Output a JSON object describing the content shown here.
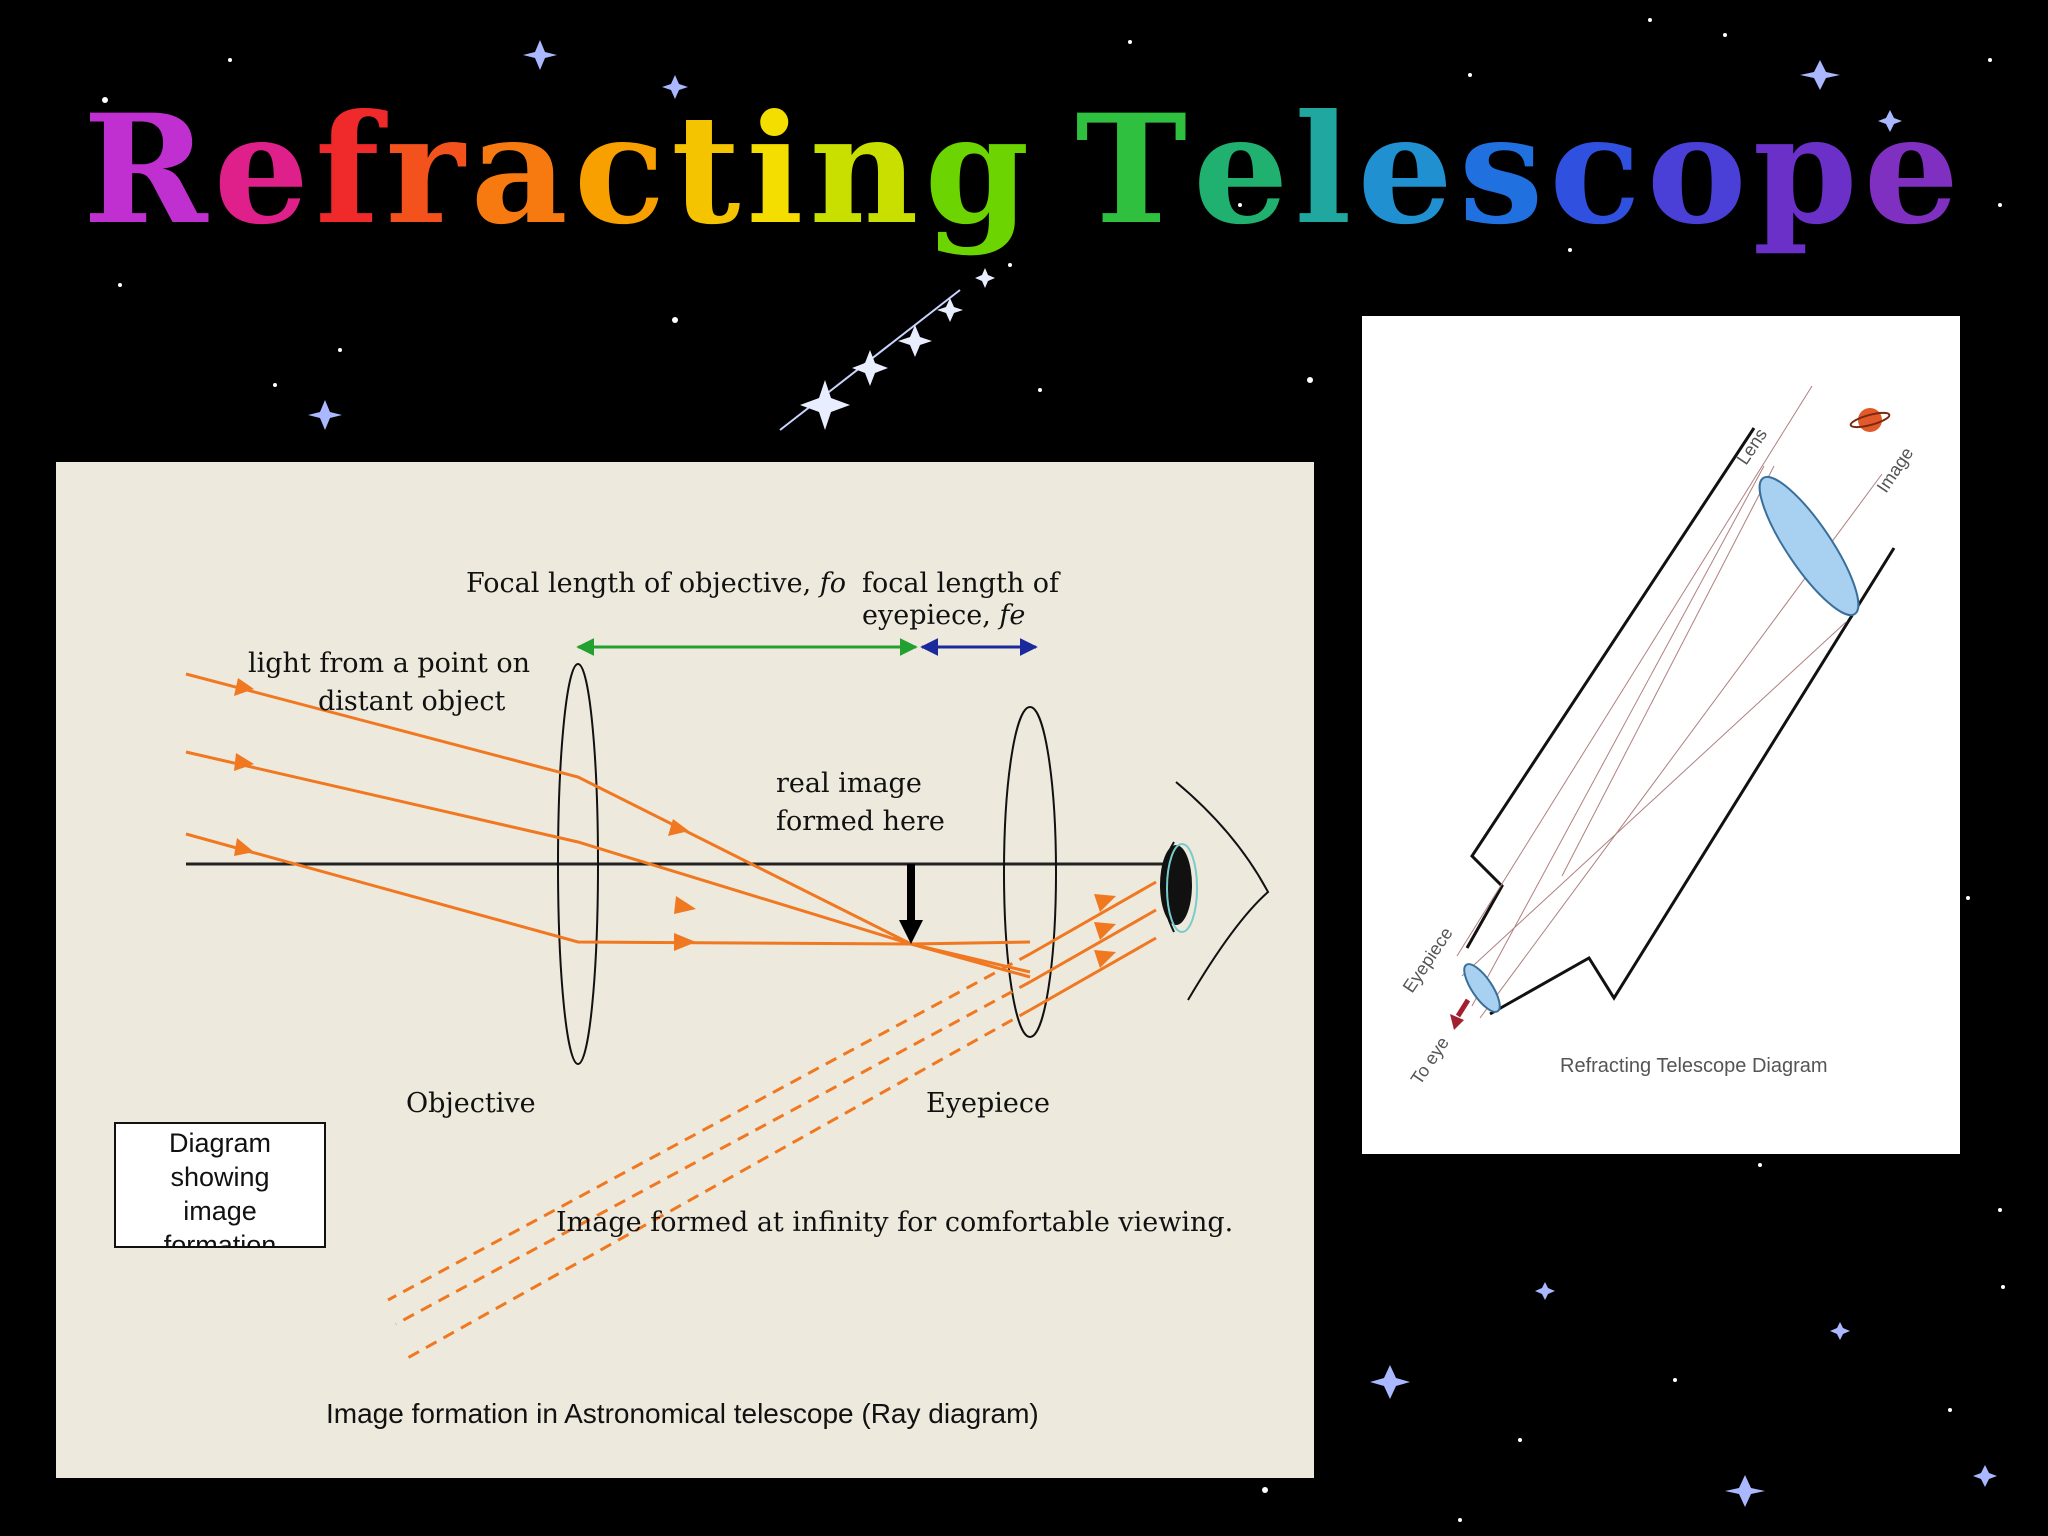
{
  "slide": {
    "title": "Refracting Telescope",
    "title_colors": [
      "#c030d0",
      "#e0208a",
      "#f02a2a",
      "#f4521c",
      "#f67a10",
      "#f7a000",
      "#f5c400",
      "#f4de00",
      "#c8df00",
      "#6cd400",
      "#30c040",
      "#20b070",
      "#20a8a0",
      "#2090d0",
      "#2070e0",
      "#3050e0",
      "#4a40d8",
      "#6a30c8",
      "#8030c0",
      "#9030b0"
    ]
  },
  "ray_diagram": {
    "focal_objective_label": "Focal length of objective, ",
    "focal_objective_symbol": "fo",
    "focal_eyepiece_label_1": "focal length of",
    "focal_eyepiece_label_2": "eyepiece, ",
    "focal_eyepiece_symbol": "fe",
    "light_label_1": "light from a point on",
    "light_label_2": "distant object",
    "real_image_label_1": "real image",
    "real_image_label_2": "formed here",
    "objective_label": "Objective",
    "eyepiece_label": "Eyepiece",
    "infinity_label": "Image formed at infinity for comfortable viewing.",
    "caption": "Image formation in Astronomical telescope (Ray diagram)",
    "note_box": [
      "Diagram",
      "showing",
      "image",
      "formation"
    ],
    "colors": {
      "ray": "#f07820",
      "objective_arrow": "#22a030",
      "eyepiece_arrow": "#1a2a9a",
      "background": "#ede9dd"
    }
  },
  "telescope_diagram": {
    "lens_label": "Lens",
    "image_label": "Image",
    "eyepiece_label": "Eyepiece",
    "to_eye_label": "To eye",
    "caption": "Refracting Telescope Diagram",
    "colors": {
      "lens": "#a8d0f0",
      "planet": "#e25a2a",
      "eye_arrow": "#a02030"
    }
  }
}
